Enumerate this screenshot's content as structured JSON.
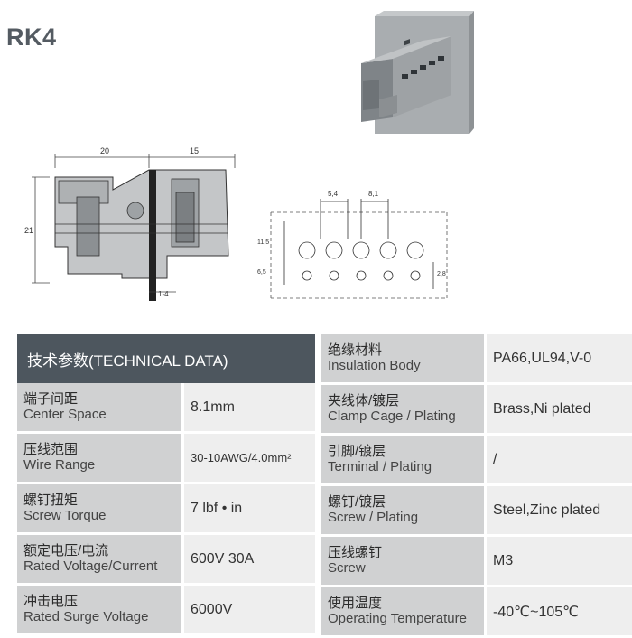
{
  "title": "RK4",
  "drawing": {
    "dim_top_left": "20",
    "dim_top_right": "15",
    "dim_height": "21",
    "dim_wire": "1-4",
    "pitch_1": "5,4",
    "pitch_2": "8,1",
    "dim_11_5": "11,5",
    "dim_6_5": "6,5",
    "dim_2_8": "2,8"
  },
  "spec_left": {
    "header": "技术参数(TECHNICAL DATA)",
    "rows": [
      {
        "zh": "端子间距",
        "en": "Center Space",
        "value": "8.1mm"
      },
      {
        "zh": "压线范围",
        "en": "Wire Range",
        "value": "30-10AWG/4.0mm²"
      },
      {
        "zh": "螺钉扭矩",
        "en": "Screw Torque",
        "value": "7 lbf • in"
      },
      {
        "zh": "额定电压/电流",
        "en": "Rated Voltage/Current",
        "value": "600V 30A"
      },
      {
        "zh": "冲击电压",
        "en": "Rated Surge Voltage",
        "value": "6000V"
      }
    ]
  },
  "spec_right": {
    "rows": [
      {
        "zh": "绝缘材料",
        "en": "Insulation Body",
        "value": "PA66,UL94,V-0"
      },
      {
        "zh": "夹线体/镀层",
        "en": "Clamp Cage / Plating",
        "value": "Brass,Ni plated"
      },
      {
        "zh": "引脚/镀层",
        "en": "Terminal / Plating",
        "value": "/"
      },
      {
        "zh": "螺钉/镀层",
        "en": "Screw / Plating",
        "value": "Steel,Zinc plated"
      },
      {
        "zh": "压线螺钉",
        "en": "Screw",
        "value": "M3"
      },
      {
        "zh": "使用温度",
        "en": "Operating Temperature",
        "value": "-40℃~105℃"
      }
    ]
  }
}
